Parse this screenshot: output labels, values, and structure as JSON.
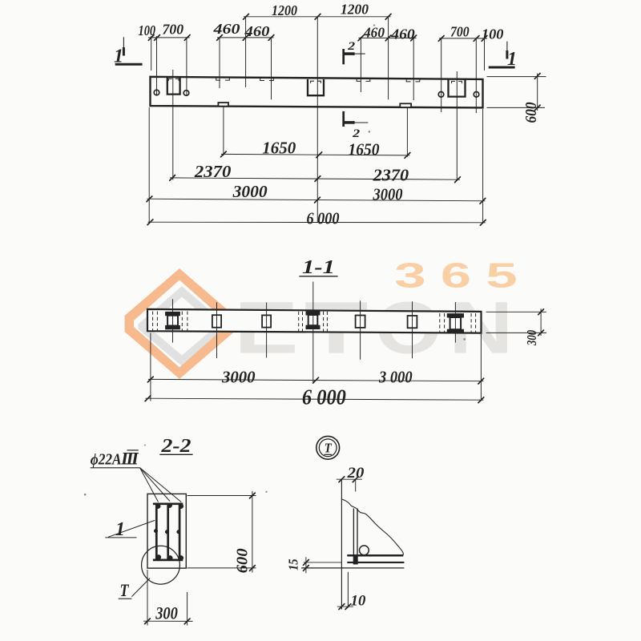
{
  "page": {
    "background": "#fbfbfa"
  },
  "drawing": {
    "ink_color": "#232323",
    "watermark": {
      "brand": "ETON",
      "number": "365",
      "brand_color": "#e6e4e1",
      "number_color": "#f9cfa6",
      "logo_orange": "#f7ba8e",
      "logo_gray": "#e1e1e1"
    },
    "elevation": {
      "marker_left": "1",
      "marker_right": "1",
      "marker_cut_top": "2",
      "marker_cut_bottom": "2",
      "dims_top": [
        "1200",
        "1200",
        "100",
        "700",
        "460",
        "460",
        "460",
        "460",
        "700",
        "100"
      ],
      "dim_height": "600",
      "dims_bottom": [
        "1650",
        "1650",
        "2370",
        "2370",
        "3000",
        "3000",
        "6 000"
      ]
    },
    "section_1_1": {
      "title": "1-1",
      "dims": [
        "3000",
        "3 000",
        "6 000"
      ],
      "dim_height": "300"
    },
    "section_2_2": {
      "title": "2-2",
      "rebar_label": "ϕ22AⅢ",
      "item_label": "1",
      "detail_label": "T",
      "dim_height": "600",
      "dim_width": "300"
    },
    "detail_t": {
      "title": "T",
      "dims": [
        "20",
        "15",
        "10"
      ]
    }
  }
}
